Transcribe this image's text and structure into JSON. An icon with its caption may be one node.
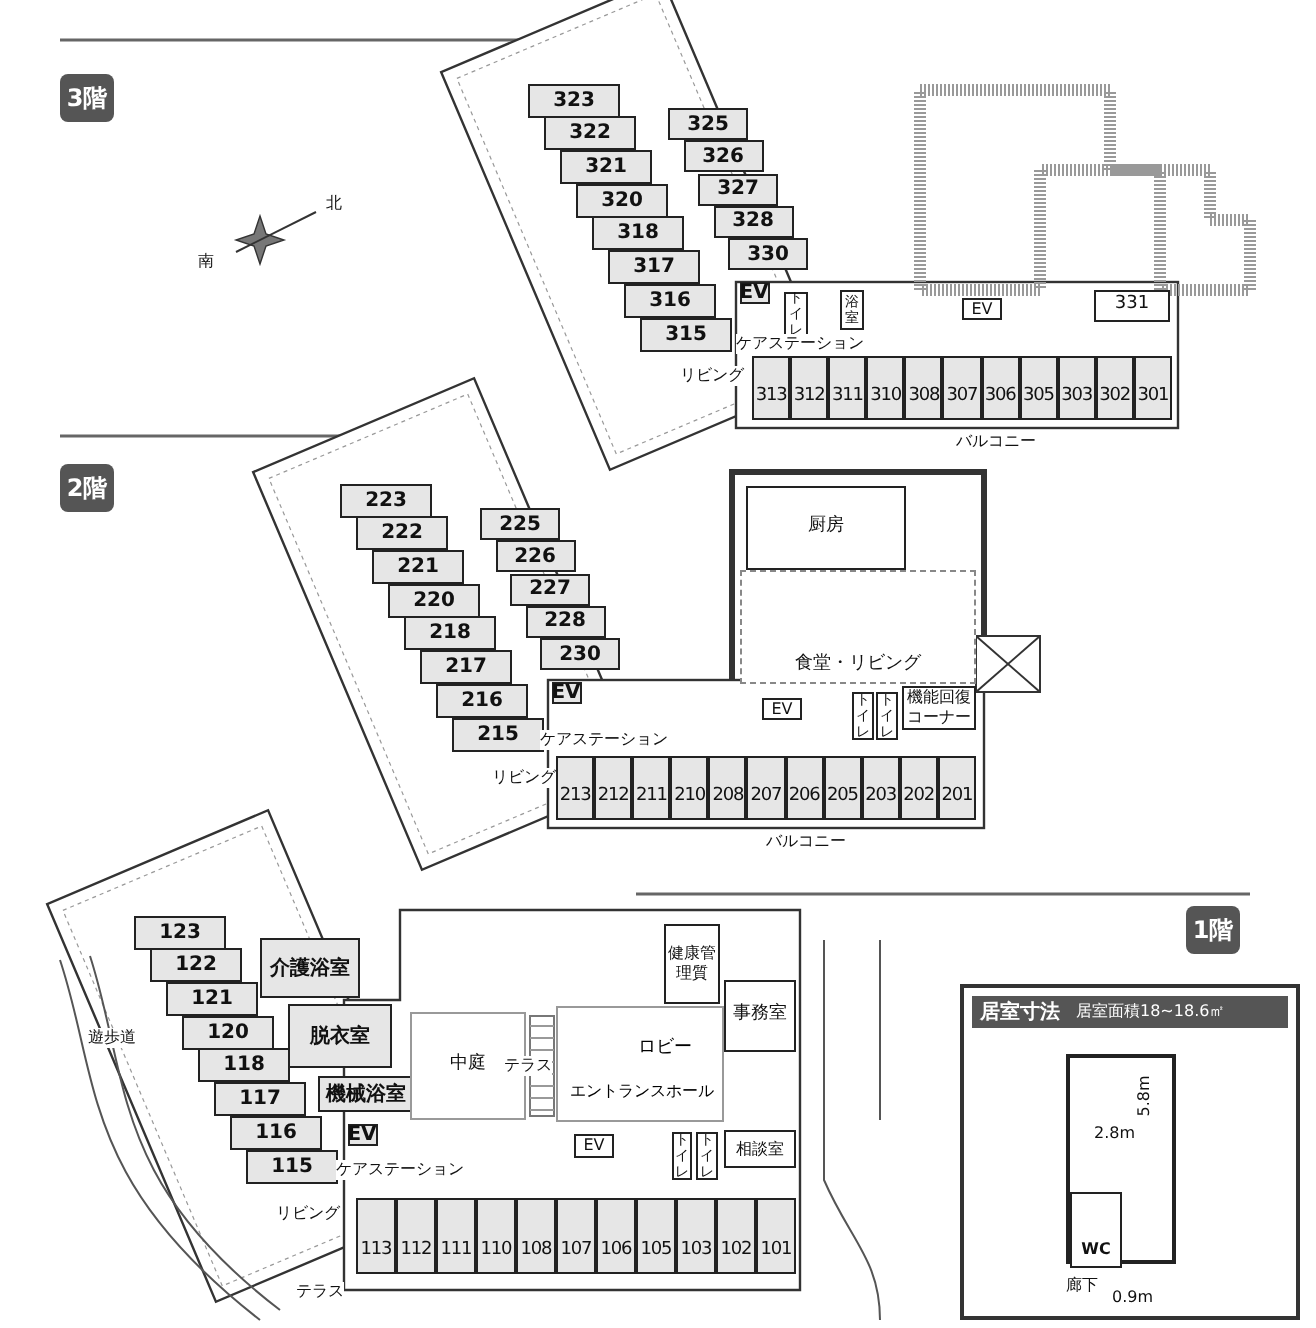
{
  "diagram": {
    "nodes": [
      {
        "text": [
          "3階"
        ]
      },
      {
        "text": [
          "323"
        ]
      },
      {
        "text": [
          "322"
        ]
      },
      {
        "text": [
          "321"
        ]
      },
      {
        "text": [
          "320"
        ]
      },
      {
        "text": [
          "318"
        ]
      },
      {
        "text": [
          "317"
        ]
      },
      {
        "text": [
          "316"
        ]
      },
      {
        "text": [
          "315"
        ]
      },
      {
        "text": [
          "325"
        ]
      },
      {
        "text": [
          "326"
        ]
      },
      {
        "text": [
          "327"
        ]
      },
      {
        "text": [
          "328"
        ]
      },
      {
        "text": [
          "330"
        ]
      },
      {
        "text": [
          "EV"
        ]
      },
      {
        "text": [
          "トイレ"
        ]
      },
      {
        "text": [
          "浴室"
        ]
      },
      {
        "text": [
          "EV"
        ]
      },
      {
        "text": [
          "331"
        ]
      },
      {
        "text": [
          "313"
        ]
      },
      {
        "text": [
          "312"
        ]
      },
      {
        "text": [
          "311"
        ]
      },
      {
        "text": [
          "310"
        ]
      },
      {
        "text": [
          "308"
        ]
      },
      {
        "text": [
          "307"
        ]
      },
      {
        "text": [
          "306"
        ]
      },
      {
        "text": [
          "305"
        ]
      },
      {
        "text": [
          "303"
        ]
      },
      {
        "text": [
          "302"
        ]
      },
      {
        "text": [
          "301"
        ]
      },
      {
        "text": [
          "2階"
        ]
      },
      {
        "text": [
          "223"
        ]
      },
      {
        "text": [
          "222"
        ]
      },
      {
        "text": [
          "221"
        ]
      },
      {
        "text": [
          "220"
        ]
      },
      {
        "text": [
          "218"
        ]
      },
      {
        "text": [
          "217"
        ]
      },
      {
        "text": [
          "216"
        ]
      },
      {
        "text": [
          "215"
        ]
      },
      {
        "text": [
          "225"
        ]
      },
      {
        "text": [
          "226"
        ]
      },
      {
        "text": [
          "227"
        ]
      },
      {
        "text": [
          "228"
        ]
      },
      {
        "text": [
          "230"
        ]
      },
      {
        "text": [
          "EV"
        ]
      },
      {
        "text": [
          "厨房"
        ]
      },
      {
        "text": [
          "食堂・リビング"
        ]
      },
      {
        "text": [
          "EV"
        ]
      },
      {
        "text": [
          "トイレ"
        ]
      },
      {
        "text": [
          "トイレ"
        ]
      },
      {
        "text": [
          "機能回復コーナー"
        ]
      },
      {
        "text": [
          "213"
        ]
      },
      {
        "text": [
          "212"
        ]
      },
      {
        "text": [
          "211"
        ]
      },
      {
        "text": [
          "210"
        ]
      },
      {
        "text": [
          "208"
        ]
      },
      {
        "text": [
          "207"
        ]
      },
      {
        "text": [
          "206"
        ]
      },
      {
        "text": [
          "205"
        ]
      },
      {
        "text": [
          "203"
        ]
      },
      {
        "text": [
          "202"
        ]
      },
      {
        "text": [
          "201"
        ]
      },
      {
        "text": [
          "1階"
        ]
      },
      {
        "text": [
          "123"
        ]
      },
      {
        "text": [
          "122"
        ]
      },
      {
        "text": [
          "121"
        ]
      },
      {
        "text": [
          "120"
        ]
      },
      {
        "text": [
          "118"
        ]
      },
      {
        "text": [
          "117"
        ]
      },
      {
        "text": [
          "116"
        ]
      },
      {
        "text": [
          "115"
        ]
      },
      {
        "text": [
          "介護浴室"
        ]
      },
      {
        "text": [
          "脱衣室"
        ]
      },
      {
        "text": [
          "機械浴室"
        ]
      },
      {
        "text": [
          "EV"
        ]
      },
      {
        "text": [
          "中庭"
        ]
      },
      {
        "text": [
          "健康管理質"
        ]
      },
      {
        "text": [
          "事務室"
        ]
      },
      {
        "text": [
          "ロビー",
          "エントランスホール"
        ]
      },
      {
        "text": [
          "EV"
        ]
      },
      {
        "text": [
          "トイレ"
        ]
      },
      {
        "text": [
          "トイレ"
        ]
      },
      {
        "text": [
          "相談室"
        ]
      },
      {
        "text": [
          "113"
        ]
      },
      {
        "text": [
          "112"
        ]
      },
      {
        "text": [
          "111"
        ]
      },
      {
        "text": [
          "110"
        ]
      },
      {
        "text": [
          "108"
        ]
      },
      {
        "text": [
          "107"
        ]
      },
      {
        "text": [
          "106"
        ]
      },
      {
        "text": [
          "105"
        ]
      },
      {
        "text": [
          "103"
        ]
      },
      {
        "text": [
          "102"
        ]
      },
      {
        "text": [
          "101"
        ]
      },
      {
        "text": [
          "居室寸法",
          "居室面積18~18.6㎡"
        ]
      },
      {
        "text": [],
        "shape": "box",
        "in": 94
      },
      {
        "text": [
          "WC"
        ],
        "in": 95
      }
    ],
    "labels": [
      "北",
      "南",
      "ケアステーション",
      "リビング",
      "バルコニー",
      "ケアステーション",
      "リビング",
      "バルコニー",
      "遊歩道",
      "ケアステーション",
      "テラス",
      "リビング",
      "テラス",
      "5.8m",
      "2.8m",
      "廊下",
      "0.9m"
    ]
  }
}
